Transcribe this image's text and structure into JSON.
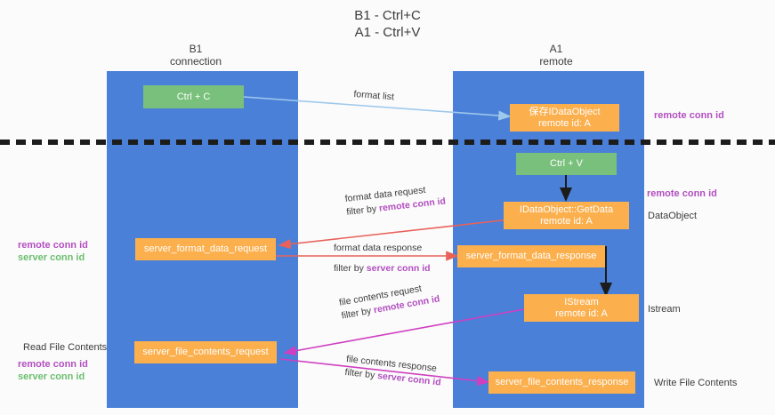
{
  "diagram": {
    "title": "B1 - Ctrl+C\nA1 - Ctrl+V",
    "columns": [
      {
        "name": "b1-connection",
        "header": "B1\nconnection"
      },
      {
        "name": "a1-remote",
        "header": "A1\nremote"
      }
    ],
    "colors": {
      "lane": "#4a80d8",
      "node_green": "#78c07b",
      "node_orange": "#fbaf4d",
      "keyword_purple": "#b24fc0",
      "keyword_green": "#6cbf6f",
      "divider": "#1c1c1c",
      "arrow_blue": "#9ec8ec",
      "arrow_red": "#e8625a",
      "arrow_magenta": "#cf3fc0",
      "arrow_black": "#1c1c1c",
      "page_background": "#fbfbfb",
      "text": "#3c3c3c"
    },
    "nodes": [
      {
        "id": "ctrl-c",
        "label": "Ctrl + C",
        "style": "green"
      },
      {
        "id": "save-idataobject",
        "label": "保存IDataObject\nremote id: A",
        "style": "orange"
      },
      {
        "id": "ctrl-v",
        "label": "Ctrl + V",
        "style": "green"
      },
      {
        "id": "idataobject-getdata",
        "label": "IDataObject::GetData\nremote id: A",
        "style": "orange"
      },
      {
        "id": "server-format-data-request",
        "label": "server_format_data_request",
        "style": "orange"
      },
      {
        "id": "server-format-data-response",
        "label": "server_format_data_response",
        "style": "orange"
      },
      {
        "id": "istream",
        "label": "IStream\nremote id: A",
        "style": "orange"
      },
      {
        "id": "server-file-contents-request",
        "label": "server_file_contents_request",
        "style": "orange"
      },
      {
        "id": "server-file-contents-response",
        "label": "server_file_contents_response",
        "style": "orange"
      }
    ],
    "edge_labels": [
      {
        "id": "format-list",
        "line1": "format list",
        "line2": "",
        "line2_keyword": ""
      },
      {
        "id": "format-data-request",
        "line1": "format data request",
        "line2": "filter by ",
        "line2_keyword": "remote conn id"
      },
      {
        "id": "format-data-response",
        "line1": "format data response",
        "line2": "filter by ",
        "line2_keyword": "server conn id"
      },
      {
        "id": "file-contents-request",
        "line1": "file contents request",
        "line2": "filter by ",
        "line2_keyword": "remote conn id"
      },
      {
        "id": "file-contents-response",
        "line1": "file contents response",
        "line2": "filter by ",
        "line2_keyword": "server conn id"
      }
    ],
    "annotations": [
      {
        "id": "right-remote-conn-id-top",
        "text": "remote conn id",
        "style": "purple"
      },
      {
        "id": "right-remote-conn-id-mid",
        "text": "remote conn id",
        "style": "purple"
      },
      {
        "id": "right-dataobject",
        "text": "DataObject",
        "style": "plain"
      },
      {
        "id": "right-istream",
        "text": "Istream",
        "style": "plain"
      },
      {
        "id": "right-write-file-contents",
        "text": "Write File Contents",
        "style": "plain"
      },
      {
        "id": "left-remote-conn-id-mid",
        "text": "remote conn id",
        "style": "purple"
      },
      {
        "id": "left-server-conn-id-mid",
        "text": "server conn id",
        "style": "green"
      },
      {
        "id": "left-read-file-contents",
        "text": "Read File Contents",
        "style": "plain"
      },
      {
        "id": "left-remote-conn-id-bottom",
        "text": "remote conn id",
        "style": "purple"
      },
      {
        "id": "left-server-conn-id-bottom",
        "text": "server conn id",
        "style": "green"
      }
    ]
  }
}
